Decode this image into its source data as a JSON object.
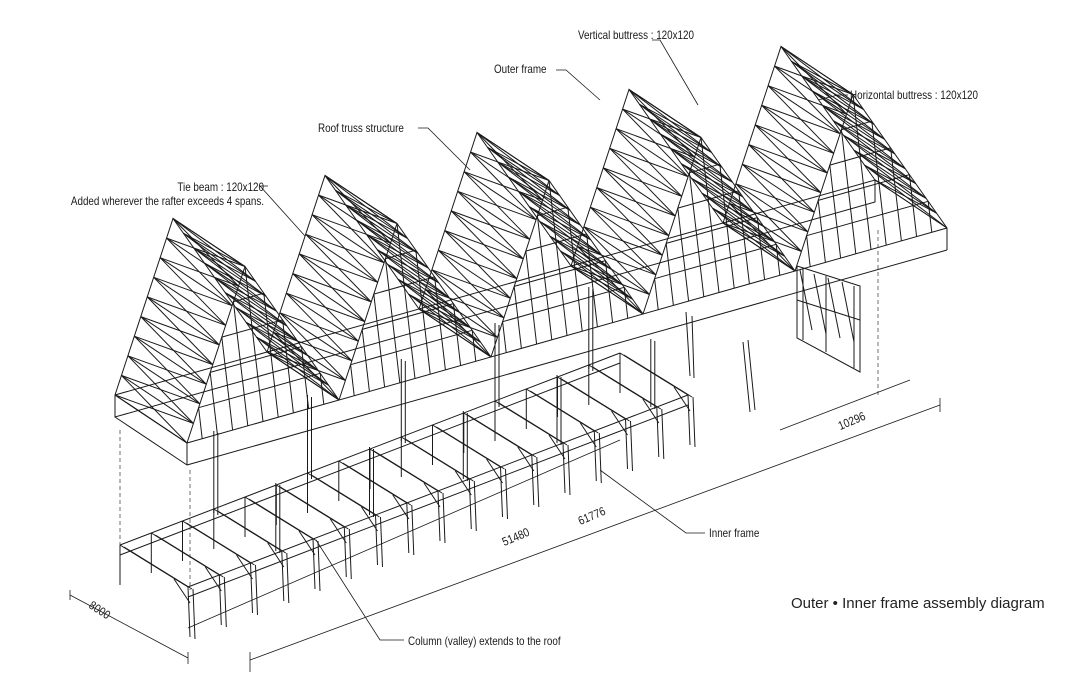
{
  "title": "Outer • Inner frame assembly diagram",
  "labels": {
    "tie_beam_line1": "Tie beam : 120x120",
    "tie_beam_line2": "Added wherever the rafter exceeds 4 spans.",
    "roof_truss": "Roof truss structure",
    "outer_frame": "Outer frame",
    "vertical_buttress": "Vertical buttress : 120x120",
    "horizontal_buttress": "Horizontal buttress : 120x120",
    "inner_frame": "Inner frame",
    "column_valley": "Column (valley) extends to the roof"
  },
  "dimensions": {
    "width": "8000",
    "length_inner": "51480",
    "length_total": "61776",
    "end_segment": "10296"
  },
  "colors": {
    "line": "#1a1a1a",
    "background": "#ffffff"
  }
}
